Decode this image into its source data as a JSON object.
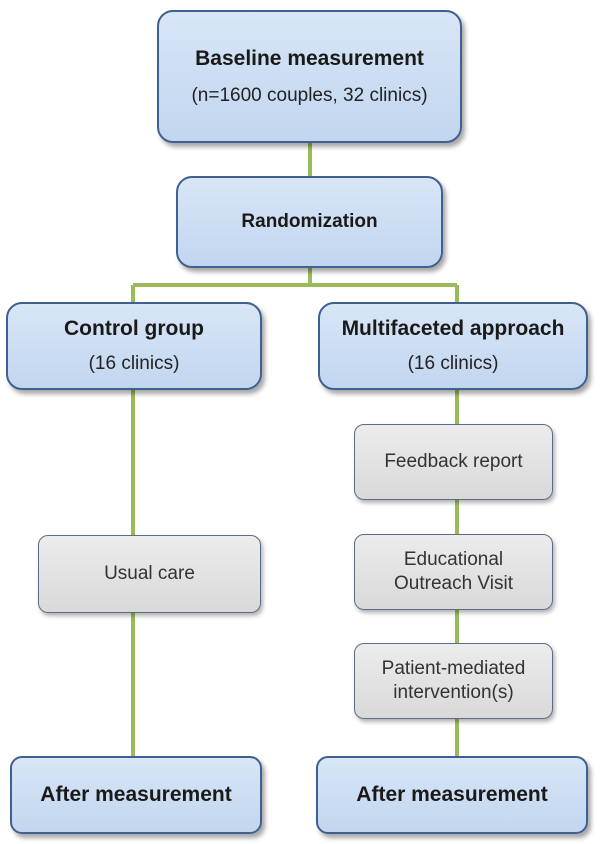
{
  "baseline": {
    "title": "Baseline measurement",
    "subtitle": "(n=1600 couples, 32 clinics)"
  },
  "randomization": {
    "title": "Randomization"
  },
  "control": {
    "title": "Control group",
    "subtitle": "(16 clinics)"
  },
  "multifaceted": {
    "title": "Multifaceted approach",
    "subtitle": "(16 clinics)"
  },
  "usual_care": {
    "label": "Usual care"
  },
  "feedback": {
    "label": "Feedback report"
  },
  "educational": {
    "line1": "Educational",
    "line2": "Outreach Visit"
  },
  "patient": {
    "line1": "Patient-mediated",
    "line2": "intervention(s)"
  },
  "after_left": {
    "title": "After measurement"
  },
  "after_right": {
    "title": "After measurement"
  },
  "colors": {
    "connector": "#9bbb59",
    "box_fill": "#c6d9f1",
    "box_border": "#3f6090",
    "grey_fill": "#e0e0e0"
  }
}
